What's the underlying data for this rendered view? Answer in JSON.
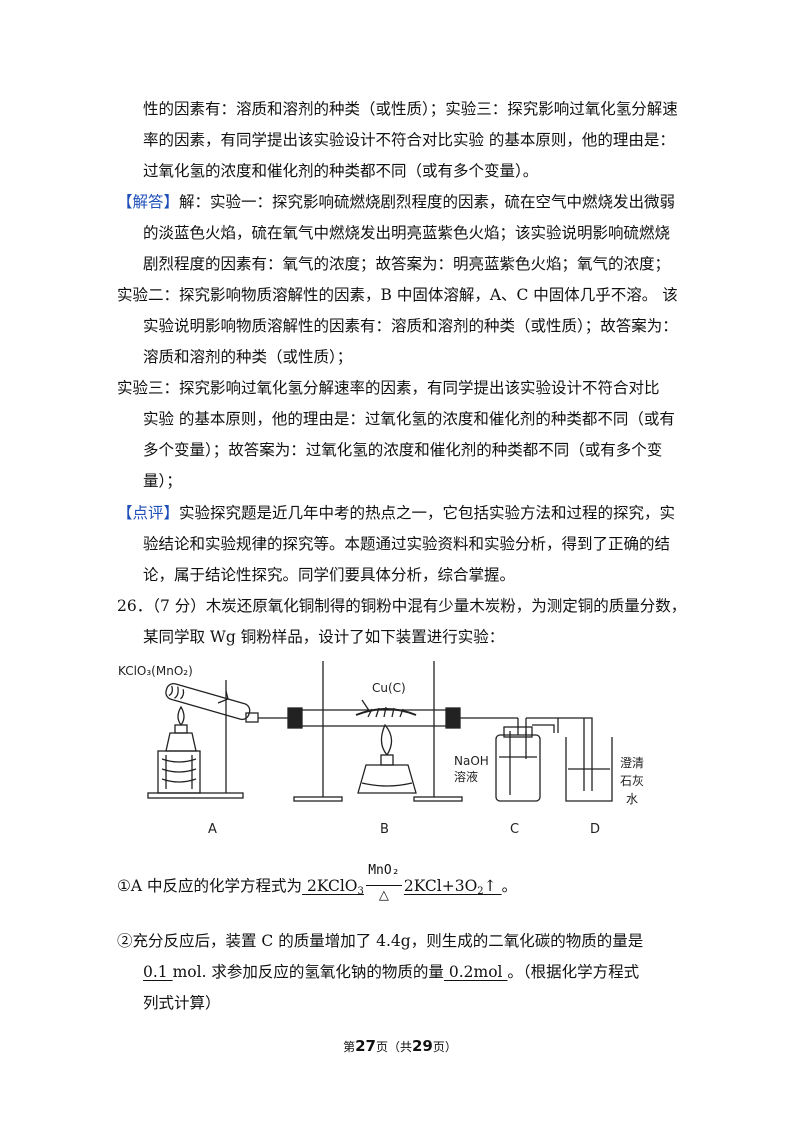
{
  "lines": {
    "l1": "性的因素有：溶质和溶剂的种类（或性质）；实验三：探究影响过氧化氢分解速",
    "l2": "率的因素，有同学提出该实验设计不符合对比实验  的基本原则，他的理由是：",
    "l3": "过氧化氢的浓度和催化剂的种类都不同（或有多个变量）。",
    "l4_tag": "【解答】",
    "l4": "解：实验一：探究影响硫燃烧剧烈程度的因素，硫在空气中燃烧发出微弱",
    "l5": "的淡蓝色火焰，硫在氧气中燃烧发出明亮蓝紫色火焰；该实验说明影响硫燃烧",
    "l6": "剧烈程度的因素有：氧气的浓度；故答案为：明亮蓝紫色火焰；氧气的浓度；",
    "l7": "实验二：探究影响物质溶解性的因素，B 中固体溶解，A、C  中固体几乎不溶。 该",
    "l8": "实验说明影响物质溶解性的因素有：溶质和溶剂的种类（或性质）；故答案为：",
    "l9": "溶质和溶剂的种类（或性质）；",
    "l10": "实验三：探究影响过氧化氢分解速率的因素，有同学提出该实验设计不符合对比",
    "l11": "实验  的基本原则，他的理由是：过氧化氢的浓度和催化剂的种类都不同（或有",
    "l12": "多个变量）；故答案为：过氧化氢的浓度和催化剂的种类都不同（或有多个变",
    "l13": "量）；",
    "l14_tag": "【点评】",
    "l14": "实验探究题是近几年中考的热点之一，它包括实验方法和过程的探究，实",
    "l15": "验结论和实验规律的探究等。本题通过实验资料和实验分析，得到了正确的结",
    "l16": "论，属于结论性探究。同学们要具体分析，综合掌握。",
    "l17": "26．（7 分）木炭还原氧化铜制得的铜粉中混有少量木炭粉，为测定铜的质量分数，",
    "l18": "某同学取  Wg 铜粉样品，设计了如下装置进行实验："
  },
  "figure": {
    "label_kclo3": "KClO₃(MnO₂)",
    "label_cu": "Cu(C)",
    "label_naoh_1": "NaOH",
    "label_naoh_2": "溶液",
    "label_lime_1": "澄清",
    "label_lime_2": "石灰",
    "label_lime_3": "水",
    "label_a": "A",
    "label_b": "B",
    "label_c": "C",
    "label_d": "D"
  },
  "q1": {
    "prefix": "①A  中反应的化学方程式为",
    "pre_blank": "   2KClO",
    "sub3": "3",
    "catalyst": "MnO₂",
    "heat": "△",
    "product1": "2KCl+3O",
    "sub2": "2",
    "arrow": "↑   ",
    "suffix": "。"
  },
  "q2": {
    "line1": "②充分反应后，装置  C  的质量增加了  4.4g，则生成的二氧化碳的物质的量是",
    "ans1": "0.1   ",
    "mid": "mol.  求参加反应的氢氧化钠的物质的量",
    "ans2": "  0.2mol   ",
    "tail": "。（根据化学方程式",
    "line3": "列式计算）"
  },
  "footer": {
    "pre": "第",
    "page": "27",
    "mid": "页（共",
    "total": "29",
    "post": "页）"
  }
}
